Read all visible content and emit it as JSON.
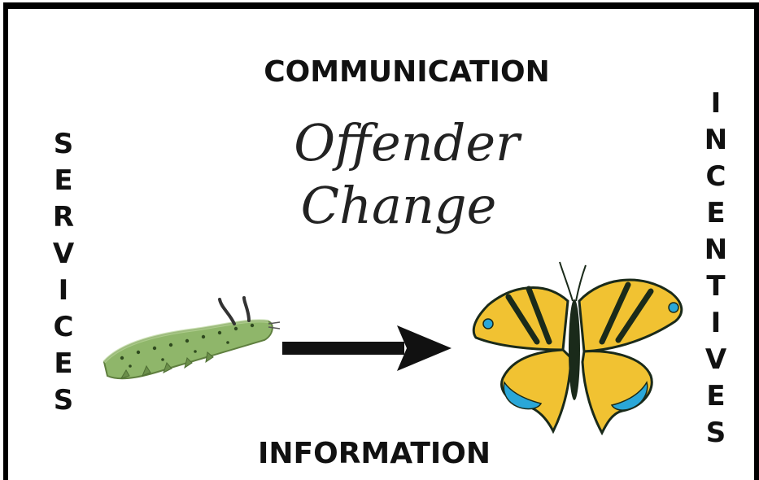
{
  "diagram": {
    "top_label": "COMMUNICATION",
    "bottom_label": "INFORMATION",
    "title_line1": "Offender",
    "title_line2": "Change",
    "left_letters": [
      "S",
      "E",
      "R",
      "V",
      "I",
      "C",
      "E",
      "S"
    ],
    "right_letters": [
      "I",
      "N",
      "C",
      "E",
      "N",
      "T",
      "I",
      "V",
      "E",
      "S"
    ],
    "colors": {
      "border": "#000000",
      "caterpillar": "#8fb66a",
      "butterfly_yellow": "#f1c232",
      "butterfly_blue": "#2aa7d8",
      "butterfly_dark": "#1a2a1a",
      "arrow": "#111111"
    },
    "icons": {
      "start": "caterpillar-icon",
      "transition": "arrow-right-icon",
      "end": "butterfly-icon"
    }
  }
}
